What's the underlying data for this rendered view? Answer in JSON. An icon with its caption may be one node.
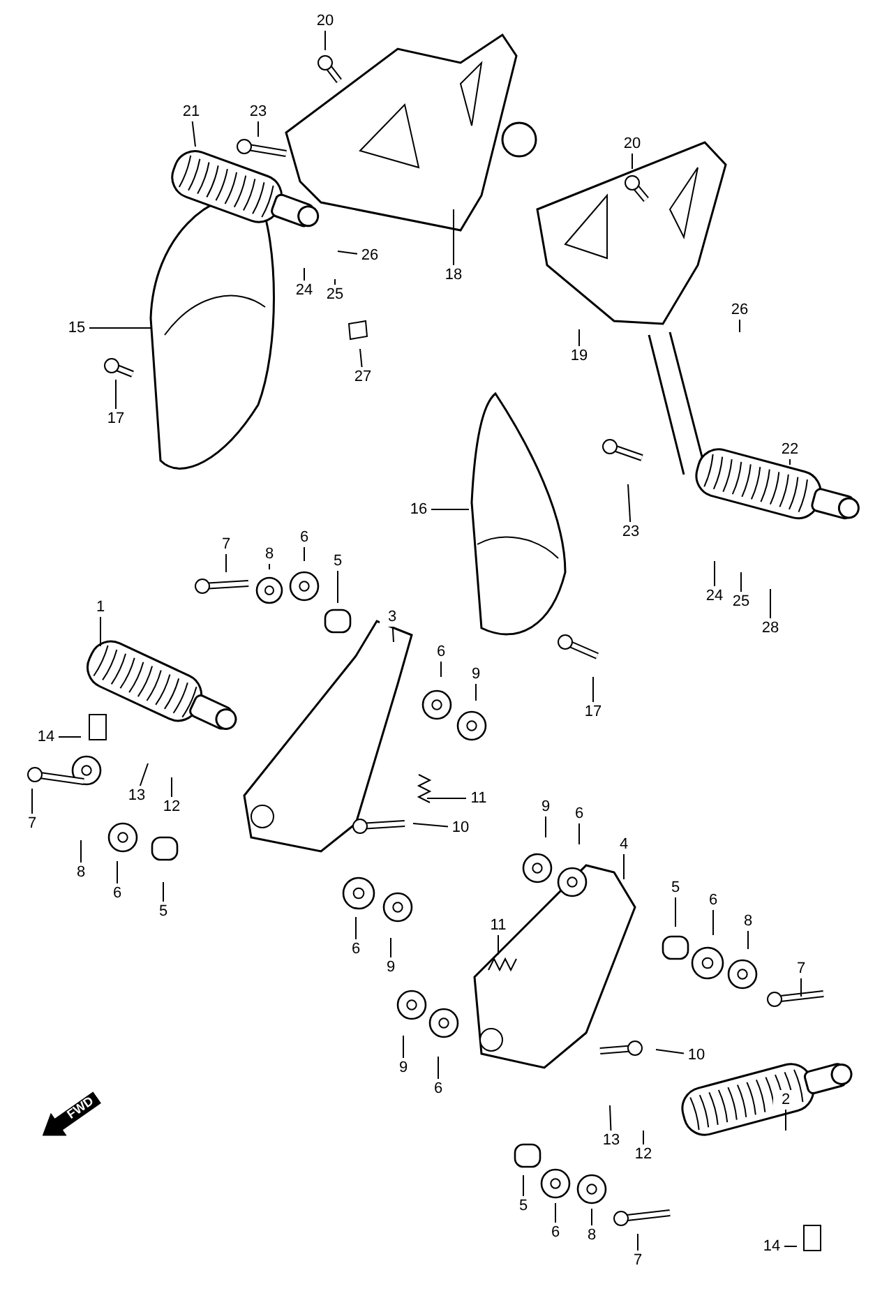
{
  "diagram": {
    "nodes": [
      {
        "text": [
          "20"
        ]
      },
      {
        "text": [
          "21"
        ]
      },
      {
        "text": [
          "23"
        ]
      },
      {
        "text": [
          "26"
        ]
      },
      {
        "text": [
          "18"
        ]
      },
      {
        "text": [
          "24"
        ]
      },
      {
        "text": [
          "25"
        ]
      },
      {
        "text": [
          "27"
        ]
      },
      {
        "text": [
          "15"
        ]
      },
      {
        "text": [
          "17"
        ]
      },
      {
        "text": [
          "20"
        ]
      },
      {
        "text": [
          "26"
        ]
      },
      {
        "text": [
          "19"
        ]
      },
      {
        "text": [
          "22"
        ]
      },
      {
        "text": [
          "16"
        ]
      },
      {
        "text": [
          "23"
        ]
      },
      {
        "text": [
          "24"
        ]
      },
      {
        "text": [
          "25"
        ]
      },
      {
        "text": [
          "28"
        ]
      },
      {
        "text": [
          "17"
        ]
      },
      {
        "text": [
          "7"
        ]
      },
      {
        "text": [
          "8"
        ]
      },
      {
        "text": [
          "6"
        ]
      },
      {
        "text": [
          "5"
        ]
      },
      {
        "text": [
          "3"
        ]
      },
      {
        "text": [
          "1"
        ]
      },
      {
        "text": [
          "6"
        ]
      },
      {
        "text": [
          "9"
        ]
      },
      {
        "text": [
          "14"
        ]
      },
      {
        "text": [
          "13"
        ]
      },
      {
        "text": [
          "12"
        ]
      },
      {
        "text": [
          "11"
        ]
      },
      {
        "text": [
          "10"
        ]
      },
      {
        "text": [
          "7"
        ]
      },
      {
        "text": [
          "8"
        ]
      },
      {
        "text": [
          "6"
        ]
      },
      {
        "text": [
          "5"
        ]
      },
      {
        "text": [
          "6"
        ]
      },
      {
        "text": [
          "9"
        ]
      },
      {
        "text": [
          "9"
        ]
      },
      {
        "text": [
          "6"
        ]
      },
      {
        "text": [
          "4"
        ]
      },
      {
        "text": [
          "11"
        ]
      },
      {
        "text": [
          "5"
        ]
      },
      {
        "text": [
          "6"
        ]
      },
      {
        "text": [
          "8"
        ]
      },
      {
        "text": [
          "7"
        ]
      },
      {
        "text": [
          "10"
        ]
      },
      {
        "text": [
          "9"
        ]
      },
      {
        "text": [
          "6"
        ]
      },
      {
        "text": [
          "13"
        ]
      },
      {
        "text": [
          "12"
        ]
      },
      {
        "text": [
          "2"
        ]
      },
      {
        "text": [
          "5"
        ]
      },
      {
        "text": [
          "6"
        ]
      },
      {
        "text": [
          "8"
        ]
      },
      {
        "text": [
          "7"
        ]
      },
      {
        "text": [
          "14"
        ]
      }
    ],
    "edges": [
      {
        "from": 0,
        "to": null,
        "arrow": "none"
      },
      {
        "from": 1,
        "to": null,
        "arrow": "none"
      },
      {
        "from": 2,
        "to": null,
        "arrow": "none"
      },
      {
        "from": 3,
        "to": null,
        "arrow": "none"
      },
      {
        "from": 4,
        "to": null,
        "arrow": "none"
      },
      {
        "from": 5,
        "to": null,
        "arrow": "none"
      },
      {
        "from": 6,
        "to": null,
        "arrow": "none"
      },
      {
        "from": 7,
        "to": null,
        "arrow": "none"
      },
      {
        "from": 8,
        "to": null,
        "arrow": "none"
      },
      {
        "from": 9,
        "to": null,
        "arrow": "none"
      },
      {
        "from": 10,
        "to": null,
        "arrow": "none"
      },
      {
        "from": 11,
        "to": null,
        "arrow": "none"
      },
      {
        "from": 12,
        "to": null,
        "arrow": "none"
      },
      {
        "from": 13,
        "to": null,
        "arrow": "none"
      },
      {
        "from": 14,
        "to": null,
        "arrow": "none"
      },
      {
        "from": 15,
        "to": null,
        "arrow": "none"
      },
      {
        "from": 16,
        "to": null,
        "arrow": "none"
      },
      {
        "from": 17,
        "to": null,
        "arrow": "none"
      },
      {
        "from": 18,
        "to": null,
        "arrow": "none"
      },
      {
        "from": 19,
        "to": null,
        "arrow": "none"
      },
      {
        "from": 20,
        "to": null,
        "arrow": "none"
      },
      {
        "from": 21,
        "to": null,
        "arrow": "none"
      },
      {
        "from": 22,
        "to": null,
        "arrow": "none"
      },
      {
        "from": 23,
        "to": null,
        "arrow": "none"
      },
      {
        "from": 24,
        "to": null,
        "arrow": "none"
      },
      {
        "from": 25,
        "to": null,
        "arrow": "none"
      },
      {
        "from": 26,
        "to": null,
        "arrow": "none"
      },
      {
        "from": 27,
        "to": null,
        "arrow": "none"
      },
      {
        "from": 28,
        "to": null,
        "arrow": "none"
      },
      {
        "from": 29,
        "to": null,
        "arrow": "none"
      },
      {
        "from": 30,
        "to": null,
        "arrow": "none"
      },
      {
        "from": 31,
        "to": null,
        "arrow": "none"
      },
      {
        "from": 32,
        "to": null,
        "arrow": "none"
      },
      {
        "from": 33,
        "to": null,
        "arrow": "none"
      },
      {
        "from": 34,
        "to": null,
        "arrow": "none"
      },
      {
        "from": 35,
        "to": null,
        "arrow": "none"
      },
      {
        "from": 36,
        "to": null,
        "arrow": "none"
      },
      {
        "from": 37,
        "to": null,
        "arrow": "none"
      },
      {
        "from": 38,
        "to": null,
        "arrow": "none"
      },
      {
        "from": 39,
        "to": null,
        "arrow": "none"
      },
      {
        "from": 40,
        "to": null,
        "arrow": "none"
      },
      {
        "from": 41,
        "to": null,
        "arrow": "none"
      },
      {
        "from": 42,
        "to": null,
        "arrow": "none"
      },
      {
        "from": 43,
        "to": null,
        "arrow": "none"
      },
      {
        "from": 44,
        "to": null,
        "arrow": "none"
      },
      {
        "from": 45,
        "to": null,
        "arrow": "none"
      },
      {
        "from": 46,
        "to": null,
        "arrow": "none"
      },
      {
        "from": 47,
        "to": null,
        "arrow": "none"
      },
      {
        "from": 48,
        "to": null,
        "arrow": "none"
      },
      {
        "from": 49,
        "to": null,
        "arrow": "none"
      },
      {
        "from": 50,
        "to": null,
        "arrow": "none"
      },
      {
        "from": 51,
        "to": null,
        "arrow": "none"
      },
      {
        "from": 52,
        "to": null,
        "arrow": "none"
      },
      {
        "from": 53,
        "to": null,
        "arrow": "none"
      },
      {
        "from": 54,
        "to": null,
        "arrow": "none"
      },
      {
        "from": 55,
        "to": null,
        "arrow": "none"
      },
      {
        "from": 56,
        "to": null,
        "arrow": "none"
      },
      {
        "from": 57,
        "to": null,
        "arrow": "none"
      }
    ],
    "labels": [
      "FWD"
    ]
  }
}
